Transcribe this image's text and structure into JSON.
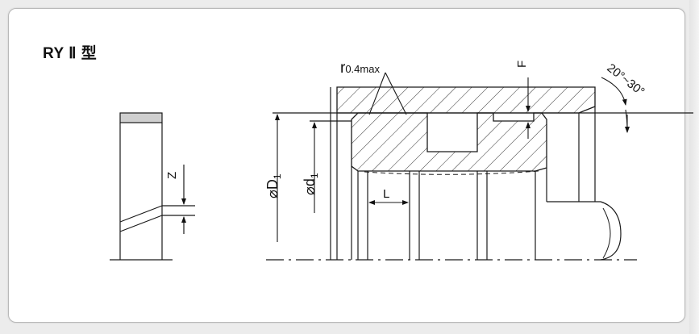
{
  "title": "RY Ⅱ 型",
  "labels": {
    "z": "Z",
    "f": "F",
    "l": "L",
    "d1_big": "⌀D",
    "d1_big_sub": "1",
    "d1_small": "⌀d",
    "d1_small_sub": "1",
    "radius_r": "r",
    "radius_value": "0.4max",
    "angle": "20°~30°"
  },
  "colors": {
    "line": "#1a1a1a",
    "hatch": "#333333",
    "cap": "#cfcfcf"
  }
}
